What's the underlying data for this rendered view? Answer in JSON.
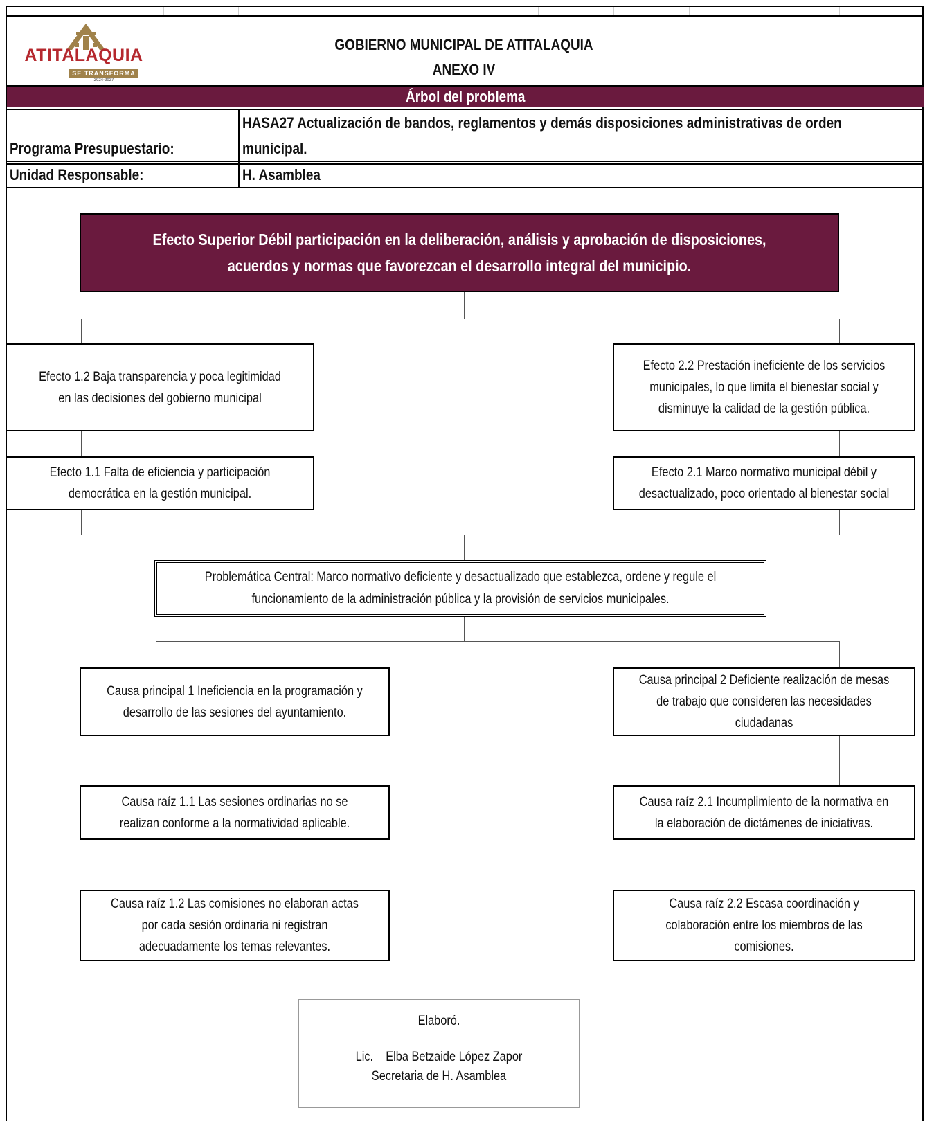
{
  "header": {
    "logo_text": "ATITALAQUIA",
    "logo_ribbon": "SE TRANSFORMA",
    "logo_years": "2024-2027",
    "title_line1": "GOBIERNO MUNICIPAL DE ATITALAQUIA",
    "title_line2": "ANEXO IV",
    "band_title": "Árbol del problema"
  },
  "info": {
    "programa_label": "Programa Presupuestario:",
    "programa_value_line1": " HASA27 Actualización de bandos, reglamentos y demás disposiciones administrativas de orden",
    "programa_value_line2": "municipal.",
    "unidad_label": "Unidad Responsable:",
    "unidad_value": "H. Asamblea"
  },
  "tree": {
    "efecto_superior": "Efecto Superior Débil participación en la deliberación, análisis y aprobación de disposiciones, acuerdos y normas que favorezcan el desarrollo integral del municipio.",
    "efecto_1_2": "Efecto 1.2 Baja transparencia y poca legitimidad en las decisiones del gobierno municipal",
    "efecto_2_2": "Efecto 2.2  Prestación ineficiente de los servicios municipales, lo que limita el bienestar social y disminuye la calidad de la gestión pública.",
    "efecto_1_1": "Efecto 1.1 Falta de eficiencia y participación democrática en la gestión municipal.",
    "efecto_2_1": "Efecto 2.1  Marco normativo municipal débil y desactualizado, poco orientado al bienestar social",
    "problematica_central": "Problemática Central: Marco normativo deficiente y desactualizado que establezca, ordene y regule el funcionamiento de la administración pública y la provisión de servicios municipales.",
    "causa_principal_1": "Causa principal 1 Ineficiencia en la programación y desarrollo de las sesiones del ayuntamiento.",
    "causa_principal_2": "Causa principal 2 Deficiente realización de mesas de trabajo que consideren las necesidades ciudadanas",
    "causa_raiz_1_1": "Causa raíz 1.1 Las sesiones ordinarias no se realizan conforme a la normatividad aplicable.",
    "causa_raiz_2_1": "Causa raíz 2.1 Incumplimiento de la normativa en la elaboración de dictámenes de iniciativas.",
    "causa_raiz_1_2": "Causa raíz 1.2 Las comisiones no elaboran actas por cada sesión ordinaria ni registran adecuadamente los temas relevantes.",
    "causa_raiz_2_2": "Causa raíz 2.2 Escasa coordinación y colaboración entre los miembros de las comisiones."
  },
  "signature": {
    "heading": "Elaboró.",
    "name": "Lic.    Elba Betzaide López Zapor",
    "position": "Secretaria de H. Asamblea"
  },
  "colors": {
    "band": "#6a1a3e",
    "logo_red": "#b5282e",
    "logo_gold": "#a0824a"
  }
}
